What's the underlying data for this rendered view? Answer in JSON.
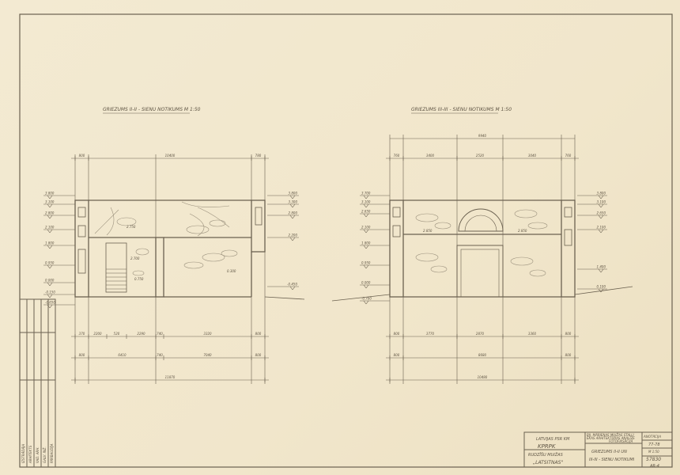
{
  "drawing": {
    "section_left": {
      "title": "GRIEZUMS II-II - SIENU NOTIKUMS   M 1:50",
      "top_dims": [
        "800",
        "10400",
        "780"
      ],
      "left_levels": [
        "3.800",
        "3.100",
        "2.800",
        "2.100",
        "1.800",
        "0.950",
        "0.000",
        "-0.150",
        "-0.650"
      ],
      "right_levels": [
        "3.800",
        "3.300",
        "2.800",
        "2.200",
        "-0.450"
      ],
      "inner_levels": [
        "2.750",
        "2.700",
        "0.750",
        "0.300"
      ],
      "dim_row1": [
        "370",
        "2200",
        "520",
        "2290",
        "740",
        "3320",
        "800"
      ],
      "dim_row2": [
        "800",
        "6410",
        "740",
        "7040",
        "800"
      ],
      "dim_total": "11870"
    },
    "section_right": {
      "title": "GRIEZUMS III-III - SIENU NOTIKUMS   M 1:50",
      "overall_top": "9940",
      "top_dims": [
        "760",
        "3400",
        "2520",
        "3040",
        "760"
      ],
      "left_levels": [
        "3.700",
        "3.100",
        "2.650",
        "2.100",
        "1.800",
        "0.950",
        "0.000",
        "-0.700"
      ],
      "right_levels": [
        "3.800",
        "3.100",
        "2.650",
        "2.100",
        "1.400",
        "0.100"
      ],
      "inner_levels": [
        "2.850",
        "2.850"
      ],
      "dim_row1": [
        "800",
        "3770",
        "2870",
        "3360",
        "800"
      ],
      "dim_row2": [
        "800",
        "8680",
        "800"
      ],
      "dim_total": "10480"
    },
    "title_block": {
      "org_line1": "LATVIJAS PSR KM",
      "org_code": "KPRPK",
      "object_line1": "RUDZĪŠU MUIŽAS",
      "object_name": "„LATSITNAS\"",
      "desc_line1": "BIJ. MĀRIENAS MUIŽAS STALLI",
      "desc_line2": "ĒKAS ARHITEKTŪRAS ANALĪZE",
      "desc_line3": "FOTOFIKSĀCIJA",
      "sheet_title1": "GRIEZUMS II-II UN",
      "sheet_title2": "III-III - SIENU NOTIKUMI",
      "stage": "ANOTĀCIJA",
      "year": "77-78",
      "scale": "M 1:50",
      "archive_no": "57830",
      "sheet_no": "AR-4"
    },
    "side_stamp": [
      "IZSTRĀDĀJA",
      "ARHITEKTS",
      "VAD. ARH.",
      "GALV. INŽ.",
      "PĀRBAUDĪJA"
    ]
  }
}
